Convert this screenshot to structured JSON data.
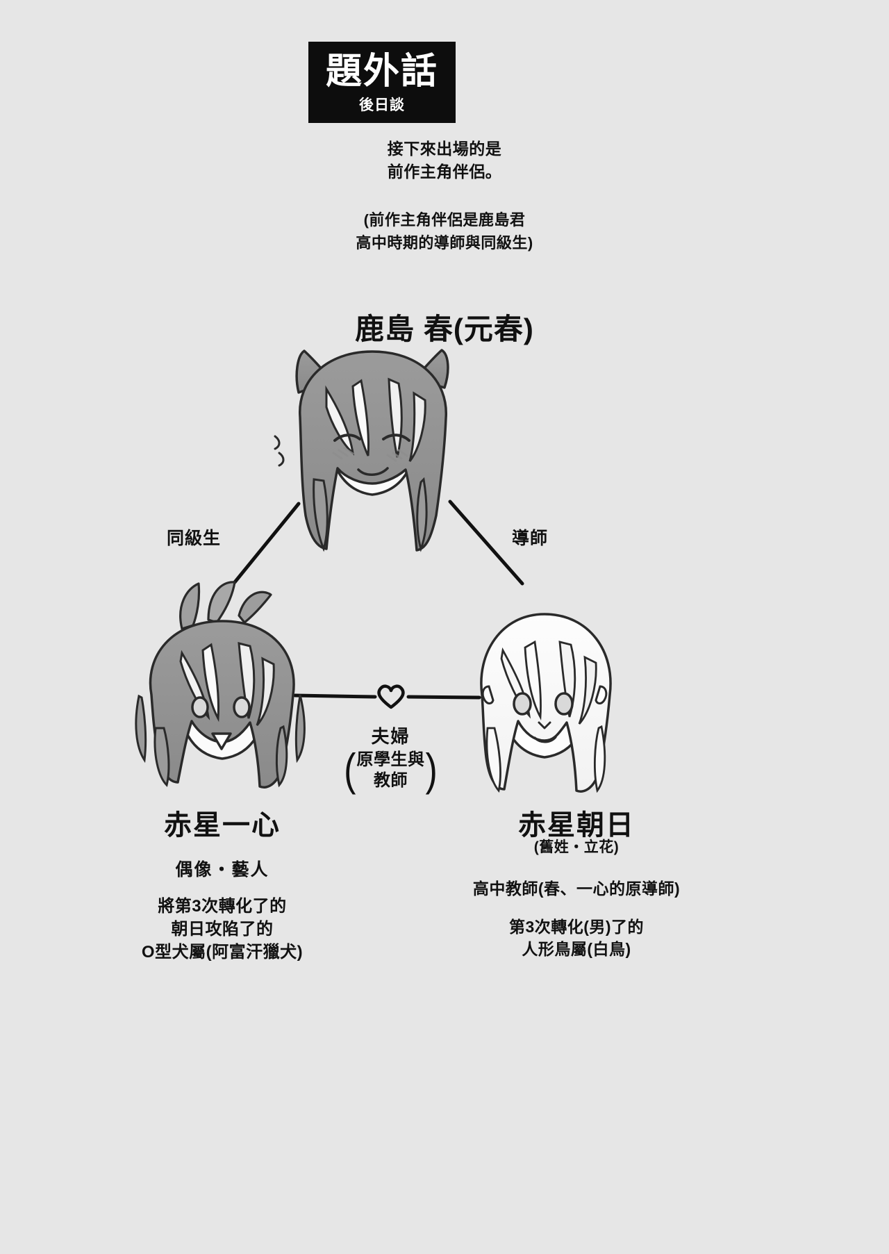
{
  "page": {
    "background_color": "#e6e6e6",
    "ink_color": "#111111"
  },
  "title": {
    "main": "題外話",
    "sub": "後日談",
    "box_color": "#0d0d0d",
    "text_color": "#ffffff"
  },
  "intro": {
    "lines": [
      "接下來出場的是",
      "前作主角伴侶。"
    ],
    "note_lines": [
      "(前作主角伴侶是鹿島君",
      "高中時期的導師與同級生)"
    ]
  },
  "characters": {
    "top": {
      "name": "鹿島 春(元春)",
      "portrait": "grey-haired-girl-with-cat-ears-portrait"
    },
    "bottom_left": {
      "name": "赤星一心",
      "role": "偶像・藝人",
      "description_lines": [
        "將第3次轉化了的",
        "朝日攻陷了的",
        "O型犬屬(阿富汗獵犬)"
      ],
      "portrait": "messy-grey-haired-smiling-character-portrait"
    },
    "bottom_right": {
      "name": "赤星朝日",
      "alias": "(舊姓・立花)",
      "role": "高中教師(春、一心的原導師)",
      "description_lines": [
        "第3次轉化(男)了的",
        "人形鳥屬(白鳥)"
      ],
      "portrait": "white-haired-character-portrait"
    }
  },
  "relations": {
    "top_to_left": "同級生",
    "top_to_right": "導師",
    "left_to_right": {
      "symbol": "heart-icon",
      "label": "夫婦",
      "paren_open": "(",
      "paren_close": ")",
      "inner_lines": [
        "原學生與",
        "教師"
      ]
    }
  }
}
